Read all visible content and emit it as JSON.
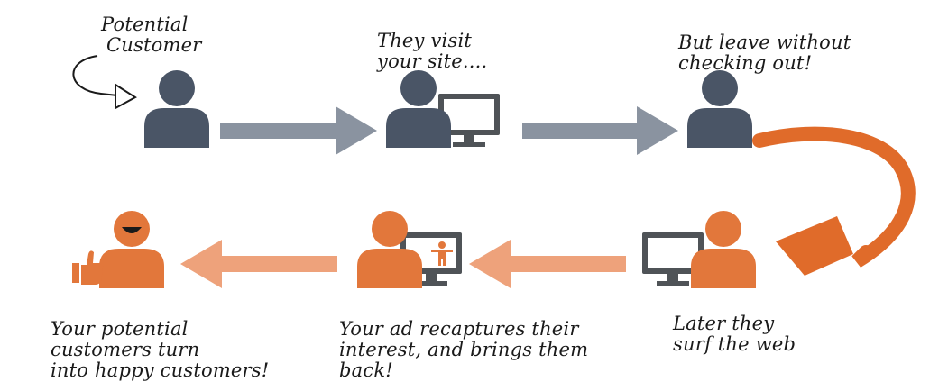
{
  "colors": {
    "gray_person": "#4a5566",
    "gray_arrow": "#8a93a0",
    "orange_person": "#e2773b",
    "orange_arrow": "#eea27b",
    "orange_swoosh": "#e06b2a",
    "monitor": "#4f5357",
    "text": "#1a1a1a"
  },
  "icons": {
    "person": "person-icon",
    "monitor": "monitor-icon",
    "thumbs_up": "thumbs-up-icon",
    "child": "child-figure-icon"
  },
  "captions": {
    "step1": {
      "line1": "Potential",
      "line2": "Customer"
    },
    "step2": {
      "line1": "They visit",
      "line2": "your site...."
    },
    "step3": {
      "line1": "But leave without",
      "line2": "checking out!"
    },
    "step4": {
      "line1": "Later they",
      "line2": "surf the web"
    },
    "step5": {
      "line1": "Your ad recaptures their",
      "line2": "interest, and brings them",
      "line3": "back!"
    },
    "step6": {
      "line1": "Your potential",
      "line2": "customers turn",
      "line3": "into happy customers!"
    }
  }
}
